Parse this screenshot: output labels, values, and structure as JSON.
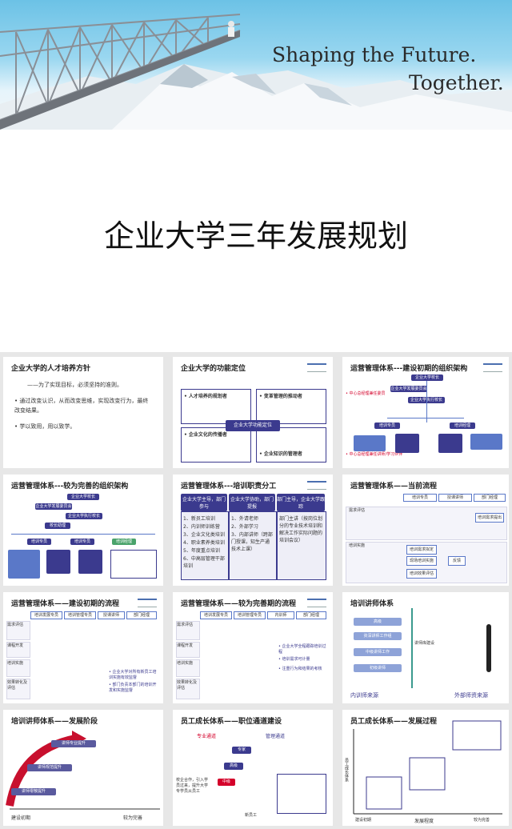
{
  "hero": {
    "slogan_line1": "Shaping the Future.",
    "slogan_line2": "Together."
  },
  "main_title": "企业大学三年发展规划",
  "colors": {
    "accent_purple": "#3b3a8e",
    "accent_blue": "#5a78c8",
    "accent_red": "#d4002a"
  },
  "slides": [
    {
      "title": "企业大学的人才培养方针",
      "lines": [
        "——为了实现目标，必须坚持的准则。",
        "• 通过改变认识，从而改变思维，实现改变行为，最终",
        "  改变结果。",
        "• 学以致用，用以致学。"
      ]
    },
    {
      "title": "企业大学的功能定位",
      "center": "企业大学功能定位",
      "q1": "• 人才培养的规划者",
      "q2": "• 变革管理的推动者",
      "q3": "• 企业文化的传播者",
      "q4": "• 企业知识的管理者"
    },
    {
      "title": "运营管理体系---建设初期的组织架构",
      "nodes": [
        "企业大学校长",
        "企业大学发展委员会",
        "企业大学执行校长",
        "培训专员",
        "培训经理"
      ],
      "notes": [
        "• 中心总经理兼任委员",
        "• 中心总经理兼任讲师/学习伙伴"
      ]
    },
    {
      "title": "运营管理体系---较为完善的组织架构",
      "nodes": [
        "企业大学校长",
        "企业大学发展委员会",
        "企业大学执行校长",
        "校长助理",
        "培训专员",
        "培训专员",
        "培训经理"
      ]
    },
    {
      "title": "运营管理体系---培训职责分工",
      "headers": [
        "企业大学主导，部门参与",
        "企业大学协助，部门提报",
        "部门主导，企业大学跟踪"
      ],
      "col1": [
        "1、新员工培训",
        "2、内训师训练营",
        "3、企业文化类培训",
        "4、职业素养类培训",
        "5、年度重点培训",
        "6、中高层管理干部培训"
      ],
      "col2": [
        "1、外请老师",
        "2、外部学习",
        "3、内部讲师（跨部门授课，知生产通技术上课）"
      ],
      "col3": [
        "部门主讲（按岗位划分的专业技术培训和解决工作实际问题的培训会议）"
      ]
    },
    {
      "title": "运营管理体系——当前流程",
      "headers": [
        "培训专员",
        "授课讲师",
        "部门经理"
      ],
      "lanes": [
        "需求评估",
        "培训实施"
      ],
      "boxes": [
        "现场培训实施",
        "培训需求提出",
        "培训需求拟定",
        "反馈",
        "培训效果评估"
      ]
    },
    {
      "title": "运营管理体系——建设初期的流程",
      "headers": [
        "培训发展专员",
        "培训管理专员",
        "授课讲师",
        "部门经理"
      ],
      "lanes": [
        "需求评估",
        "课程开发",
        "培训实施",
        "效果转化及评估"
      ],
      "notes": [
        "• 企业大学对所有新员工培训实施有效监督",
        "• 部门负责本部门的培训开发和实施监督"
      ]
    },
    {
      "title": "运营管理体系——较为完善期的流程",
      "headers": [
        "培训发展专员",
        "培训管理专员",
        "内训师",
        "部门经理"
      ],
      "lanes": [
        "需求评估",
        "课程开发",
        "培训实施",
        "效果转化及评估"
      ],
      "notes": [
        "• 企业大学全程跟踪培训过程",
        "• 培训需求可计量",
        "• 注重行为和结果的考核"
      ]
    },
    {
      "title": "培训讲师体系",
      "left": [
        "高级",
        "资深讲师工作组",
        "中级讲师工作",
        "初级讲师"
      ],
      "center": "讲师库建设",
      "bottom_left": "内训师来源",
      "bottom_right": "外部师资来源"
    },
    {
      "title": "培训讲师体系——发展阶段",
      "stages": [
        "讲师专业提升",
        "讲师规范提升",
        "讲师零散提升"
      ],
      "axis_left": "建设初期",
      "axis_right": "较为完善"
    },
    {
      "title": "员工成长体系——职位通道建设",
      "labels": [
        "专业通道",
        "管理通道",
        "校企合作，引入学员过来，提升大学专学员从员工",
        "新员工"
      ],
      "arrows": [
        "中级",
        "高级",
        "专家"
      ]
    },
    {
      "title": "员工成长体系——发展过程",
      "y_label": "员工成长体系",
      "x_label": "发展程度",
      "axis_left": "建设初期",
      "axis_right": "较为完善"
    }
  ]
}
